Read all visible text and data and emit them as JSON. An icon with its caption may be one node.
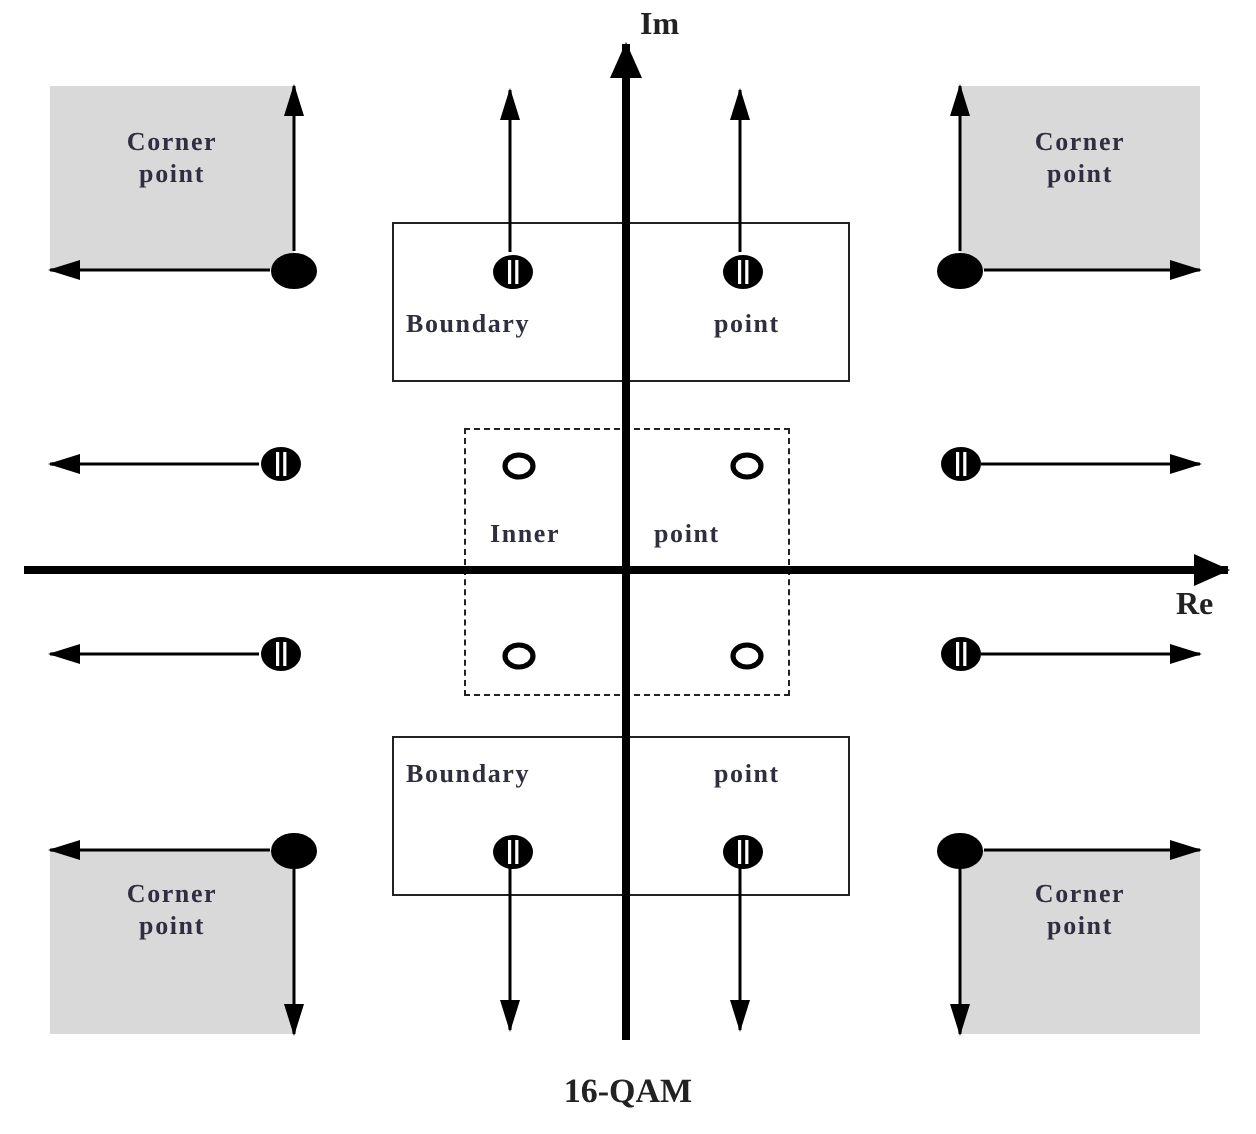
{
  "diagram": {
    "caption": "16-QAM",
    "nodes": [
      {
        "text": [
          "Corner point"
        ]
      },
      {
        "text": [
          "Corner point"
        ]
      },
      {
        "text": [
          "Boundary",
          "point"
        ]
      },
      {
        "text": [
          "Inner",
          "point"
        ]
      },
      {
        "text": [
          "Boundary",
          "point"
        ]
      },
      {
        "text": [
          "Corner point"
        ]
      },
      {
        "text": [
          "Corner point"
        ]
      },
      {
        "text": [],
        "shape": "circle"
      },
      {
        "text": [],
        "shape": "circle",
        "in": 2
      },
      {
        "text": [],
        "shape": "circle",
        "in": 2
      },
      {
        "text": [],
        "shape": "circle"
      },
      {
        "text": [],
        "shape": "circle"
      },
      {
        "text": [],
        "shape": "circle",
        "in": 3
      },
      {
        "text": [],
        "shape": "circle",
        "in": 3
      },
      {
        "text": [],
        "shape": "circle"
      },
      {
        "text": [],
        "shape": "circle"
      },
      {
        "text": [],
        "shape": "circle",
        "in": 3
      },
      {
        "text": [],
        "shape": "circle",
        "in": 3
      },
      {
        "text": [],
        "shape": "circle"
      },
      {
        "text": [],
        "shape": "circle"
      },
      {
        "text": [],
        "shape": "circle",
        "in": 4
      },
      {
        "text": [],
        "shape": "circle",
        "in": 4
      },
      {
        "text": [],
        "shape": "circle"
      }
    ],
    "edges": [
      {
        "from": 7,
        "to": 0,
        "arrow": "to"
      },
      {
        "from": 7,
        "to": 0,
        "arrow": "to"
      },
      {
        "from": 8,
        "to": null,
        "arrow": "to"
      },
      {
        "from": 9,
        "to": null,
        "arrow": "to"
      },
      {
        "from": 10,
        "to": 1,
        "arrow": "to"
      },
      {
        "from": 10,
        "to": 1,
        "arrow": "to"
      },
      {
        "from": 11,
        "to": null,
        "arrow": "to"
      },
      {
        "from": 14,
        "to": null,
        "arrow": "to"
      },
      {
        "from": 15,
        "to": null,
        "arrow": "to"
      },
      {
        "from": 18,
        "to": null,
        "arrow": "to"
      },
      {
        "from": 19,
        "to": 5,
        "arrow": "to"
      },
      {
        "from": 19,
        "to": 5,
        "arrow": "to"
      },
      {
        "from": 20,
        "to": null,
        "arrow": "to"
      },
      {
        "from": 21,
        "to": null,
        "arrow": "to"
      },
      {
        "from": 22,
        "to": 6,
        "arrow": "to"
      },
      {
        "from": 22,
        "to": 6,
        "arrow": "to"
      }
    ],
    "labels": [
      "Im",
      "Re"
    ]
  }
}
